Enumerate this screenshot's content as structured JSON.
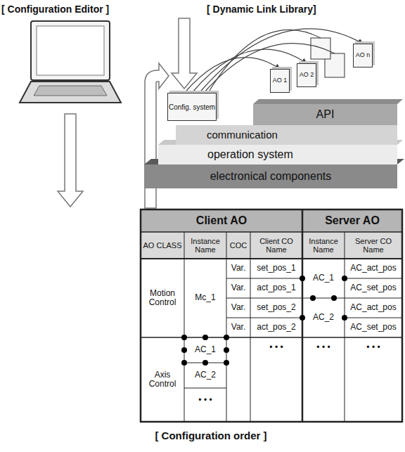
{
  "diagram": {
    "caption": "[ Configuration order ]",
    "nodes": [
      {
        "text": [
          "API"
        ]
      },
      {
        "text": [
          "communication"
        ]
      },
      {
        "text": [
          "operation system"
        ]
      },
      {
        "text": [
          "electronical components"
        ]
      },
      {
        "text": [
          "Config. system"
        ]
      },
      {
        "text": [
          "AO 1"
        ]
      },
      {
        "text": [
          "AO 2"
        ]
      },
      {
        "text": [
          "AO n"
        ]
      }
    ],
    "edges": [
      {
        "from": 4,
        "to": 5,
        "arrow": "to"
      },
      {
        "from": 4,
        "to": 6,
        "arrow": "to"
      },
      {
        "from": 4,
        "to": 7,
        "arrow": "to"
      }
    ],
    "labels": [
      "[ Configuration Editor ]",
      "[ Dynamic Link Library]",
      "Client AO",
      "Server AO",
      "AO CLASS",
      "Instance Name",
      "COC",
      "Client CO Name",
      "Instance Name",
      "Server CO Name",
      "Motion Control",
      "Mc_1",
      "Var.",
      "set_pos_1",
      "Var.",
      "act_pos_1",
      "Var.",
      "set_pos_2",
      "Var.",
      "act_pos_2",
      "AC_1",
      "AC_act_pos",
      "AC_set_pos",
      "AC_2",
      "AC_act_pos",
      "AC_set_pos",
      "• • •",
      "• • •",
      "• • •",
      "Axis Control",
      "AC_1",
      "AC_2",
      "• • •"
    ]
  }
}
